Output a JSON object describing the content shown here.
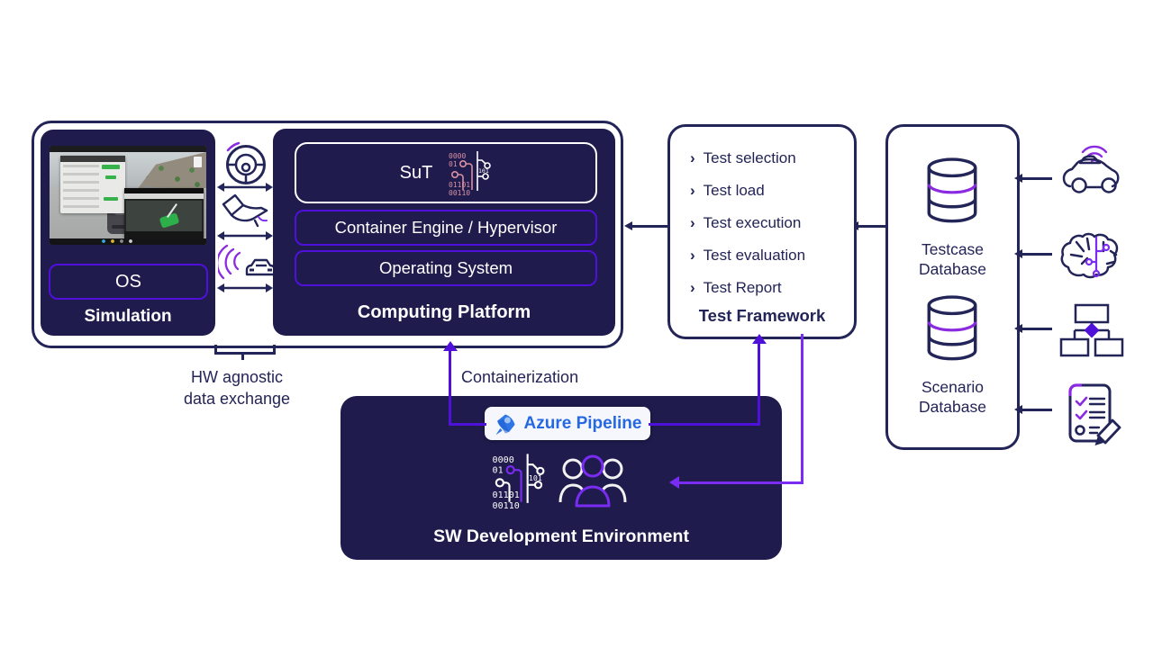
{
  "left_container": {
    "simulation": {
      "os": "OS",
      "title": "Simulation"
    },
    "io_icons": [
      "steering-wheel",
      "pedal",
      "radar-car"
    ],
    "computing_platform": {
      "sut": "SuT",
      "container_engine": "Container Engine / Hypervisor",
      "operating_system": "Operating System",
      "title": "Computing Platform"
    }
  },
  "labels": {
    "hw_agnostic_line1": "HW agnostic",
    "hw_agnostic_line2": "data exchange",
    "containerization": "Containerization"
  },
  "test_framework": {
    "bullet": "›",
    "items": [
      "Test selection",
      "Test load",
      "Test execution",
      "Test evaluation",
      "Test Report"
    ],
    "title": "Test Framework"
  },
  "databases": {
    "testcase_line1": "Testcase",
    "testcase_line2": "Database",
    "scenario_line1": "Scenario",
    "scenario_line2": "Database"
  },
  "source_icons": [
    "connected-car",
    "ai-brain",
    "flowchart",
    "checklist"
  ],
  "sw_dev_environment": {
    "badge_label": "Azure Pipeline",
    "title": "SW Development Environment",
    "icons": [
      "code-pipeline",
      "team"
    ]
  },
  "code_bits": {
    "r1": "0000",
    "r2": "01",
    "r3": "01101",
    "r4": "00110",
    "mid": "101"
  },
  "colors": {
    "navy_fill": "#1f1b4d",
    "navy_line": "#232457",
    "purple": "#4f10d9",
    "purple_light": "#7a2cf2",
    "violet": "#8a2be2",
    "azure_blue": "#2668e3",
    "circuit_pink": "#d991a2"
  }
}
